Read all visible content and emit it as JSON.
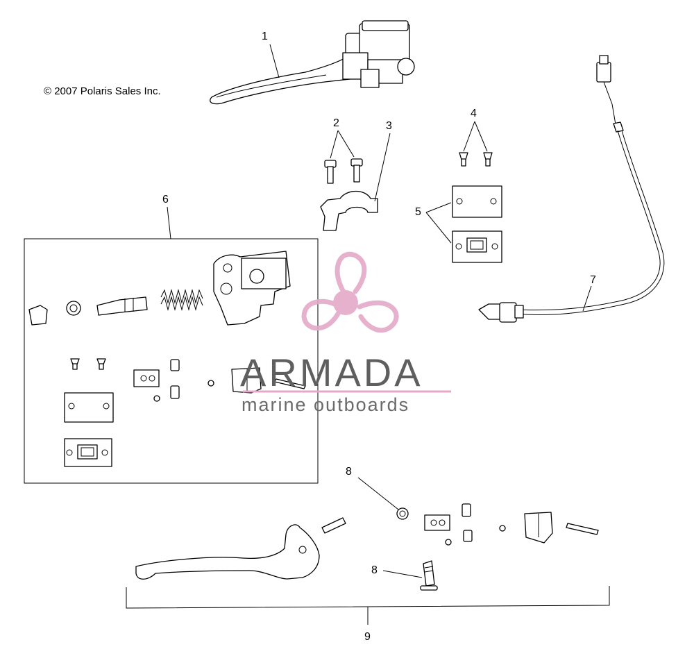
{
  "copyright": "© 2007 Polaris Sales Inc.",
  "watermark": {
    "brand": "ARMADA",
    "tagline": "marine outboards",
    "color": "#e4a9c8"
  },
  "callouts": [
    "1",
    "2",
    "3",
    "4",
    "5",
    "6",
    "7",
    "8",
    "8",
    "9"
  ]
}
